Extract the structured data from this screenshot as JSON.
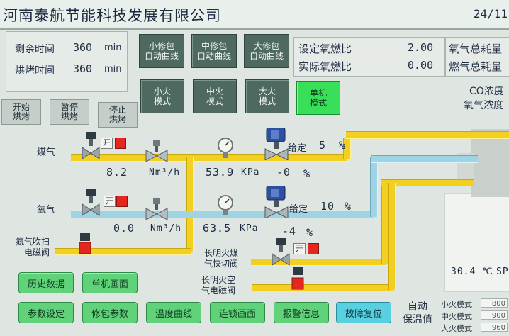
{
  "header": {
    "title": "河南泰航节能科技发展有限公司",
    "date_partial": "24/11"
  },
  "timers": {
    "remaining_label": "剩余时间",
    "remaining_value": "360",
    "remaining_unit": "min",
    "baking_label": "烘烤时间",
    "baking_value": "360",
    "baking_unit": "min"
  },
  "curve_buttons": {
    "small": "小修包\n自动曲线",
    "medium": "中修包\n自动曲线",
    "large": "大修包\n自动曲线"
  },
  "ratio": {
    "set_label": "设定氧燃比",
    "set_value": "2.00",
    "actual_label": "实际氧燃比",
    "actual_value": "0.00"
  },
  "totals": {
    "oxygen_label": "氧气总耗量",
    "fuel_label": "燃气总耗量"
  },
  "mode_buttons": {
    "small_fire": "小火\n模式",
    "medium_fire": "中火\n模式",
    "large_fire": "大火\n模式",
    "single": "单机\n模式"
  },
  "concentrations": {
    "co_label": "CO浓度",
    "o2_label": "氧气浓度"
  },
  "bake_buttons": {
    "start": "开始\n烘烤",
    "pause": "暂停\n烘烤",
    "stop": "停止\n烘烤"
  },
  "gas_line": {
    "label": "煤气",
    "valve_state": "开",
    "flow": "8.2",
    "flow_unit": "Nm³/h",
    "pressure": "53.9",
    "pressure_unit": "KPa",
    "valve_open": "-0",
    "pct": "%",
    "setpoint_label": "给定",
    "setpoint_value": "5",
    "setpoint_unit": "%"
  },
  "oxygen_line": {
    "label": "氧气",
    "valve_state": "开",
    "flow": "0.0",
    "flow_unit": "Nm³/h",
    "pressure": "63.5",
    "pressure_unit": "KPa",
    "valve_open": "-4",
    "pct": "%",
    "setpoint_label": "给定",
    "setpoint_value": "10",
    "setpoint_unit": "%"
  },
  "nitrogen": {
    "label": "氮气吹扫\n电磁阀"
  },
  "pilot": {
    "gas_cutoff_label": "长明火煤\n气快切阀",
    "gas_cutoff_state": "开",
    "air_valve_label": "长明火空\n气电磁阀"
  },
  "furnace": {
    "temp": "30.4 ℃",
    "sp_label": "SP"
  },
  "function_buttons": {
    "history": "历史数据",
    "single_screen": "单机画面",
    "params": "参数设定",
    "repair_params": "修包参数",
    "temp_curve": "温度曲线",
    "interlock": "连锁画面",
    "alarm": "报警信息",
    "fault_reset": "故障复位"
  },
  "auto_hold": {
    "label": "自动\n保温值",
    "small_label": "小火模式",
    "small_value": "800",
    "medium_label": "中火模式",
    "medium_value": "900",
    "large_label": "大火模式",
    "large_value": "960"
  },
  "colors": {
    "gas_pipe": "#f3cf1f",
    "oxygen_pipe": "#9fd4e4",
    "button_active": "#38e05a",
    "valve_closed": "#e3261f"
  }
}
